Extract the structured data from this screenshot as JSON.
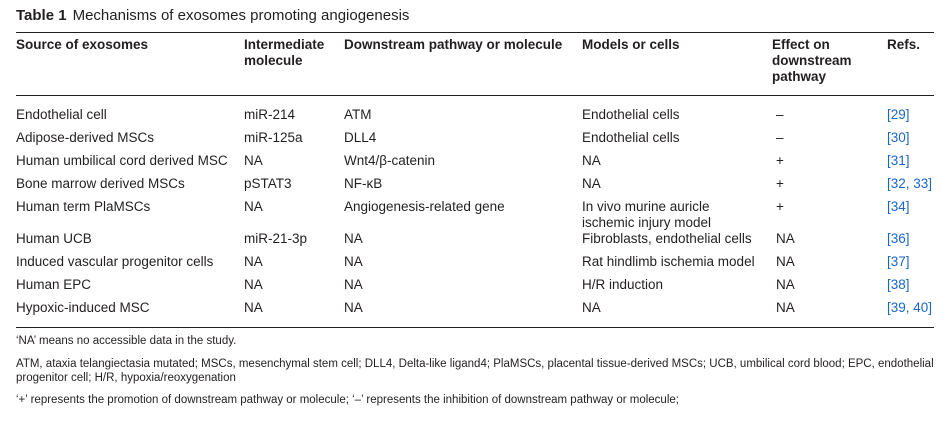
{
  "caption": {
    "label": "Table 1",
    "title": "Mechanisms of exosomes promoting angiogenesis"
  },
  "headers": [
    "Source of exosomes",
    "Intermediate molecule",
    "Downstream pathway or molecule",
    "Models or cells",
    "Effect on downstream pathway",
    "Refs."
  ],
  "rows": [
    {
      "source": "Endothelial cell",
      "intermediate": "miR-214",
      "downstream": "ATM",
      "models": "Endothelial cells",
      "effect": "–",
      "refs": "[29]"
    },
    {
      "source": "Adipose-derived MSCs",
      "intermediate": "miR-125a",
      "downstream": "DLL4",
      "models": "Endothelial cells",
      "effect": "–",
      "refs": "[30]"
    },
    {
      "source": "Human umbilical cord derived MSC",
      "intermediate": "NA",
      "downstream": "Wnt4/β-catenin",
      "models": "NA",
      "effect": "+",
      "refs": "[31]"
    },
    {
      "source": "Bone marrow derived MSCs",
      "intermediate": "pSTAT3",
      "downstream": "NF-κB",
      "models": "NA",
      "effect": "+",
      "refs": "[32, 33]"
    },
    {
      "source": "Human term PlaMSCs",
      "intermediate": "NA",
      "downstream": "Angiogenesis-related gene",
      "models": "In vivo murine auricle\nischemic injury model",
      "effect": "+",
      "refs": "[34]"
    },
    {
      "source": "Human UCB",
      "intermediate": "miR-21-3p",
      "downstream": "NA",
      "models": "Fibroblasts, endothelial cells",
      "effect": "NA",
      "refs": "[36]"
    },
    {
      "source": "Induced vascular progenitor cells",
      "intermediate": "NA",
      "downstream": "NA",
      "models": "Rat hindlimb ischemia model",
      "effect": "NA",
      "refs": "[37]"
    },
    {
      "source": "Human EPC",
      "intermediate": "NA",
      "downstream": "NA",
      "models": "H/R induction",
      "effect": "NA",
      "refs": "[38]"
    },
    {
      "source": "Hypoxic-induced MSC",
      "intermediate": "NA",
      "downstream": "NA",
      "models": "NA",
      "effect": "NA",
      "refs": "[39, 40]"
    }
  ],
  "notes": [
    "‘NA’ means no accessible data in the study.",
    "ATM, ataxia telangiectasia mutated; MSCs, mesenchymal stem cell; DLL4, Delta-like ligand4; PlaMSCs, placental tissue-derived MSCs; UCB, umbilical cord blood; EPC, endothelial progenitor cell; H/R, hypoxia/reoxygenation",
    "‘+’ represents the promotion of downstream pathway or molecule; ‘–’ represents the inhibition of downstream pathway or molecule;"
  ],
  "colors": {
    "text": "#231f20",
    "link": "#1a66c7"
  }
}
